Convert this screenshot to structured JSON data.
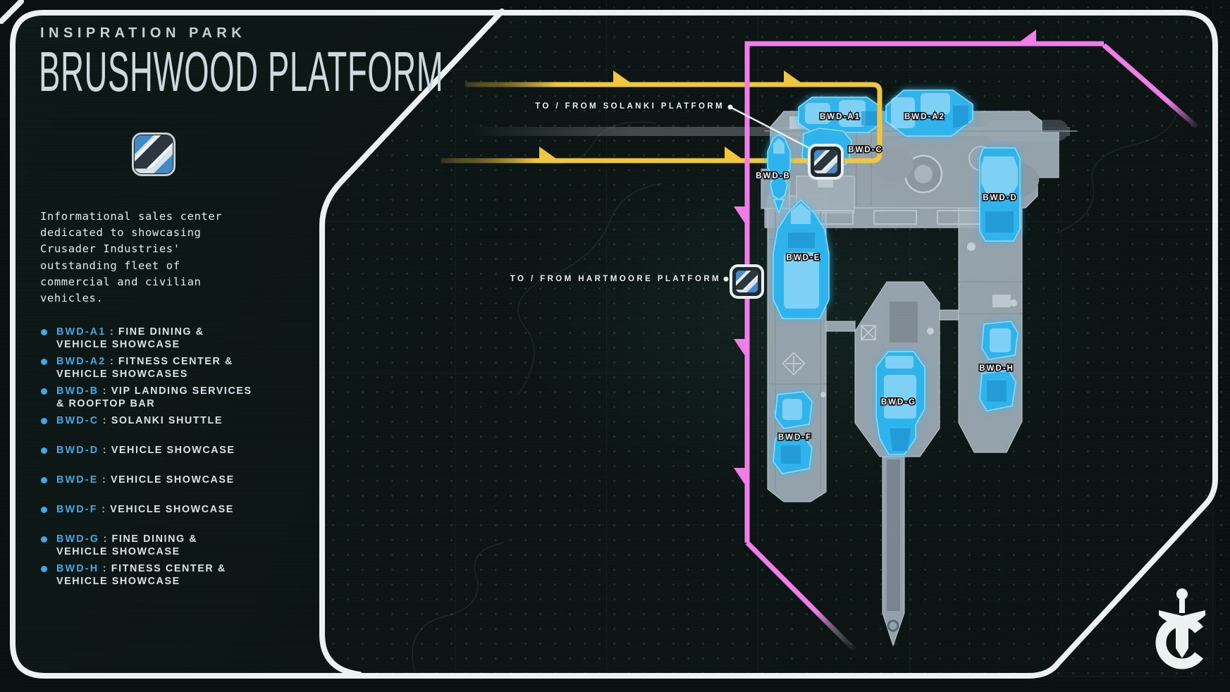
{
  "panel": {
    "eyebrow": "INSIPRATION PARK",
    "title": "BRUSHWOOD PLATFORM",
    "logo_icon": "crusader-showcase-flag-icon",
    "description": "Informational sales center\ndedicated to showcasing\nCrusader Industries'\noutstanding fleet of\ncommercial and civilian\nvehicles.",
    "colon": " : ",
    "items": [
      {
        "code": "BWD-A1",
        "desc": "FINE DINING &\nVEHICLE SHOWCASE"
      },
      {
        "code": "BWD-A2",
        "desc": "FITNESS CENTER &\nVEHICLE SHOWCASES"
      },
      {
        "code": "BWD-B",
        "desc": "VIP LANDING SERVICES\n& ROOFTOP BAR"
      },
      {
        "code": "BWD-C",
        "desc": "SOLANKI SHUTTLE"
      },
      {
        "code": "BWD-D",
        "desc": "VEHICLE SHOWCASE"
      },
      {
        "code": "BWD-E",
        "desc": "VEHICLE SHOWCASE"
      },
      {
        "code": "BWD-F",
        "desc": "VEHICLE SHOWCASE"
      },
      {
        "code": "BWD-G",
        "desc": "FINE DINING &\nVEHICLE SHOWCASE"
      },
      {
        "code": "BWD-H",
        "desc": "FITNESS CENTER &\nVEHICLE SHOWCASE"
      }
    ]
  },
  "map": {
    "routes": {
      "solanki": {
        "label": "TO / FROM SOLANKI PLATFORM",
        "color": "#f0c63e"
      },
      "hartmoore": {
        "label": "TO / FROM HARTMOORE PLATFORM",
        "color": "#f07ce8"
      }
    },
    "buildings": [
      {
        "label": "BWD-A1"
      },
      {
        "label": "BWD-A2"
      },
      {
        "label": "BWD-B"
      },
      {
        "label": "BWD-C"
      },
      {
        "label": "BWD-D"
      },
      {
        "label": "BWD-E"
      },
      {
        "label": "BWD-F"
      },
      {
        "label": "BWD-G"
      },
      {
        "label": "BWD-H"
      }
    ],
    "shuttle_stop_icon": "crusader-showcase-flag-icon",
    "brand_icon": "crusader-industries-sword-and-c-icon"
  },
  "colors": {
    "route-yellow": "#f0c63e",
    "route-magenta": "#f07ce8",
    "building-blue": "#2fb3ec",
    "building-blue-light": "#bfeafc",
    "frame-white": "#edf2f1",
    "accent-blue": "#3fa9e8",
    "platform-grey": "#a0aeb7"
  }
}
